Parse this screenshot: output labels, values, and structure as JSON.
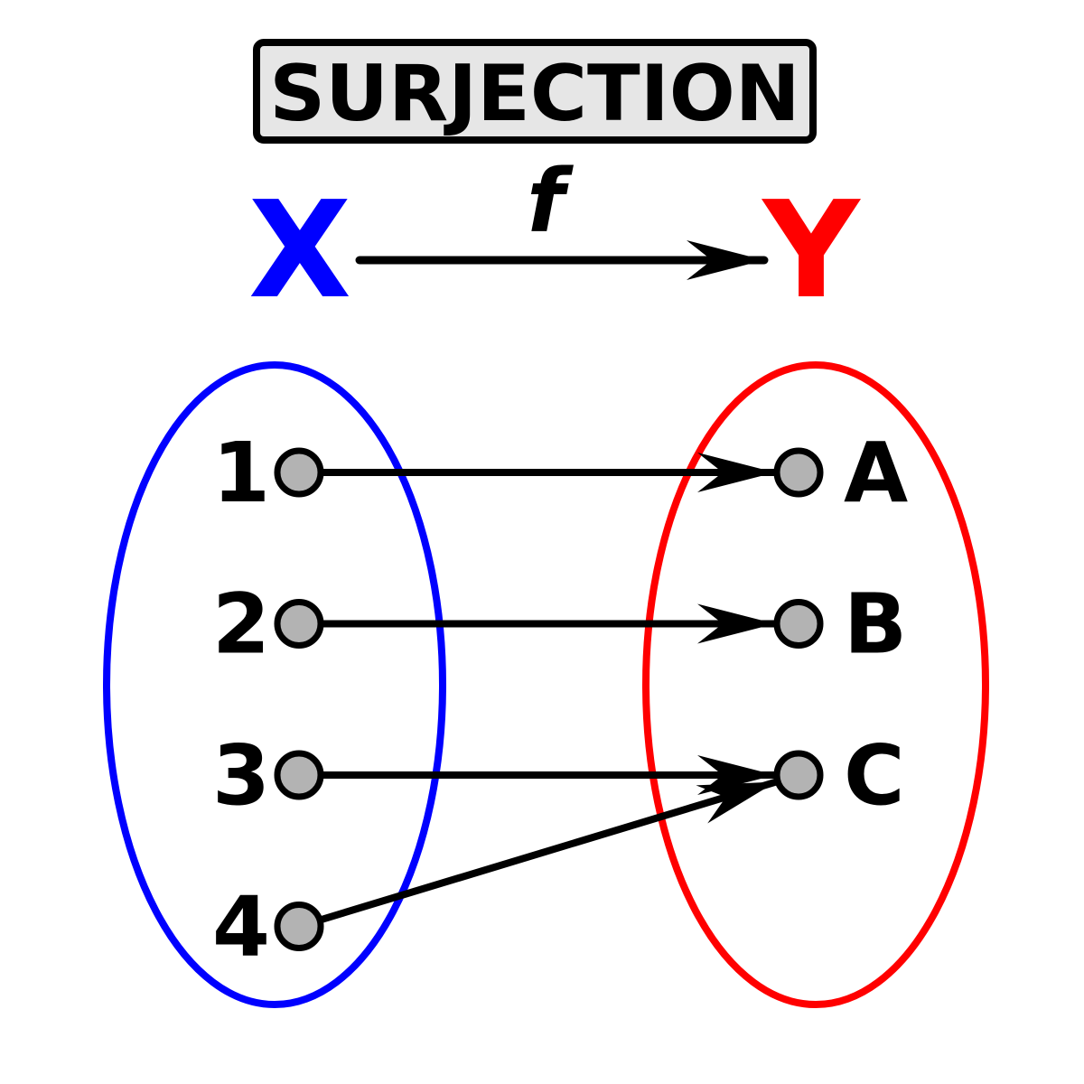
{
  "title": "SURJECTION",
  "function_label": "f",
  "domain_set": {
    "label": "X",
    "color": "#0000ff",
    "elements": [
      "1",
      "2",
      "3",
      "4"
    ]
  },
  "codomain_set": {
    "label": "Y",
    "color": "#ff0000",
    "elements": [
      "A",
      "B",
      "C"
    ]
  },
  "mappings": [
    {
      "from": "1",
      "to": "A"
    },
    {
      "from": "2",
      "to": "B"
    },
    {
      "from": "3",
      "to": "C"
    },
    {
      "from": "4",
      "to": "C"
    }
  ],
  "colors": {
    "title_box_fill": "#e6e6e6",
    "node_fill": "#b3b3b3",
    "stroke": "#000000"
  }
}
